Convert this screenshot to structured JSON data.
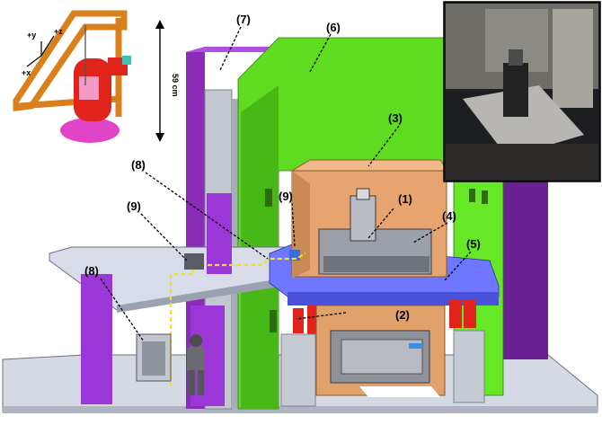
{
  "labels": {
    "l1": "(1)",
    "l2": "(2)",
    "l3": "(3)",
    "l4": "(4)",
    "l5": "(5)",
    "l6": "(6)",
    "l7": "(7)",
    "l8a": "(8)",
    "l8b": "(8)",
    "l9a": "(9)",
    "l9b": "(9)"
  },
  "axes": {
    "y": "+y",
    "z": "+z",
    "x": "+x"
  },
  "dimension": {
    "height": "59 cm"
  },
  "colors": {
    "green": "#66e826",
    "purple": "#9a33cc",
    "blue": "#6f76ff",
    "tan": "#e7a46f",
    "red": "#e0241c",
    "grey": "#c9ced6",
    "floor": "#d4d9e4",
    "dashed_path": "#f2e221",
    "frame_orange": "#d9801c"
  }
}
